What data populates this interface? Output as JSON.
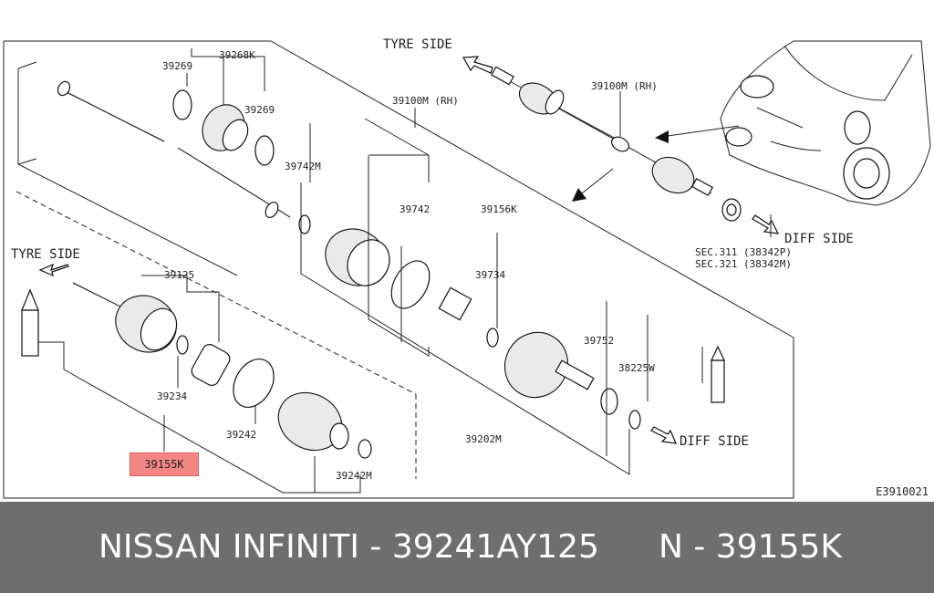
{
  "labels": {
    "tyre_side_top": "TYRE SIDE",
    "tyre_side_left": "TYRE SIDE",
    "diff_side_top": "DIFF SIDE",
    "diff_side_bottom": "DIFF SIDE",
    "p39269_a": "39269",
    "p39268k": "39268K",
    "p39269_b": "39269",
    "p39100m_rh": "39100M (RH)",
    "p39100m_rh_top": "39100M (RH)",
    "p39742m": "39742M",
    "p39742": "39742",
    "p39156k": "39156K",
    "p39734": "39734",
    "p39125": "39125",
    "p39234": "39234",
    "p39242": "39242",
    "p39242m": "39242M",
    "p39202m": "39202M",
    "p39752": "39752",
    "p38225w": "38225W",
    "sec_311": "SEC.311 (38342P)",
    "sec_321": "SEC.321 (38342M)",
    "highlight": "39155K",
    "diagram_code": "E3910021"
  },
  "footer": {
    "brand_part": "NISSAN  INFINITI - 39241AY125",
    "alt_part": "N - 39155K"
  },
  "colors": {
    "highlight": "#f48585",
    "footer_bg": "#6e6e6e",
    "footer_text": "#ffffff"
  }
}
